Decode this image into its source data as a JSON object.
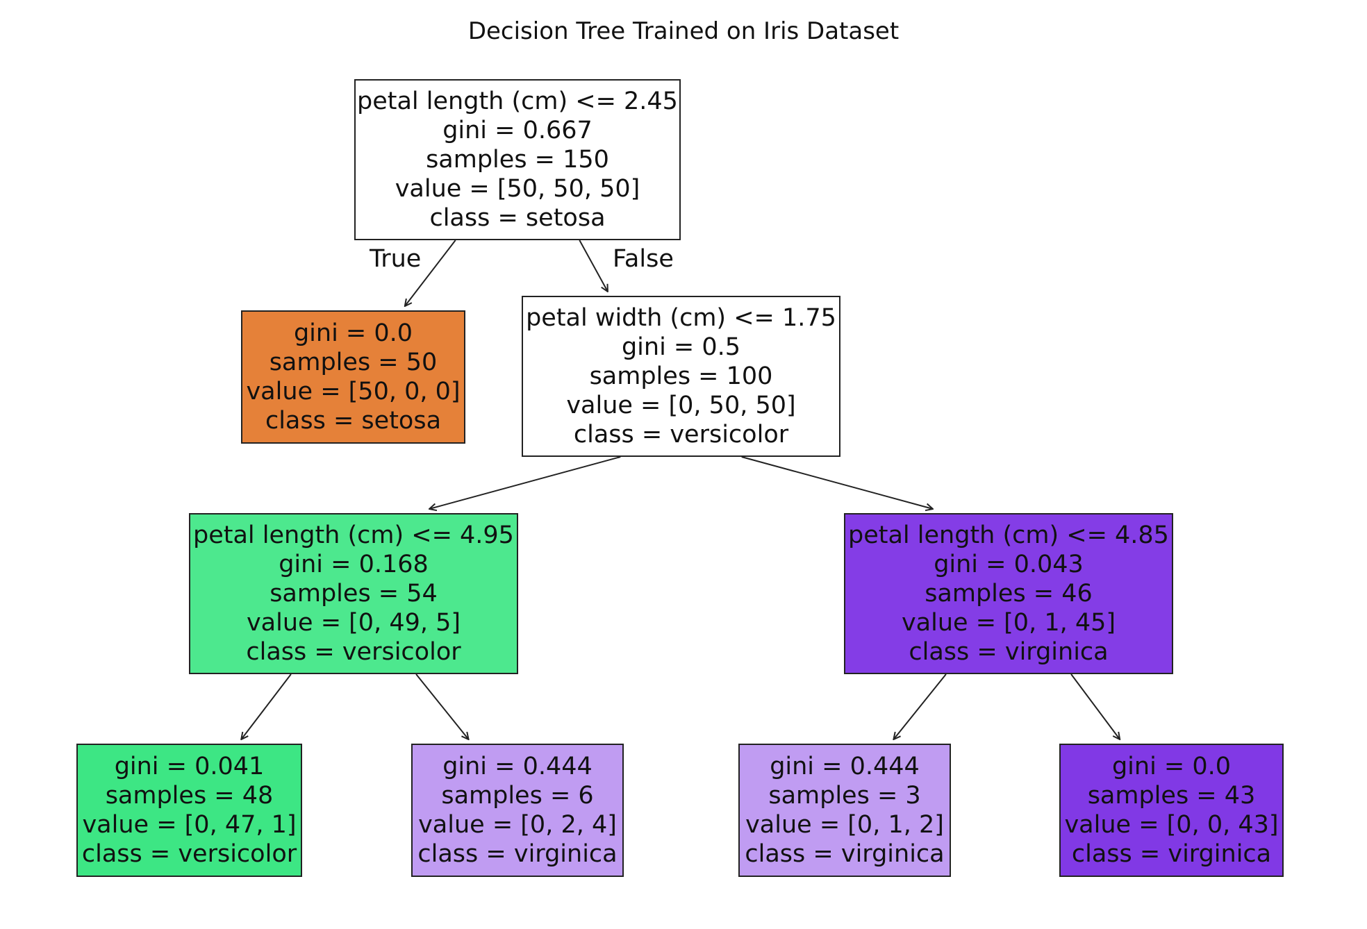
{
  "title": "Decision Tree Trained on Iris Dataset",
  "edge_labels": {
    "true": "True",
    "false": "False"
  },
  "nodes": [
    {
      "id": "n0",
      "lines": [
        "petal length (cm) <= 2.45",
        "gini = 0.667",
        "samples = 150",
        "value = [50, 50, 50]",
        "class = setosa"
      ],
      "fill": "#ffffff"
    },
    {
      "id": "n1",
      "lines": [
        "gini = 0.0",
        "samples = 50",
        "value = [50, 0, 0]",
        "class = setosa"
      ],
      "fill": "#e58139"
    },
    {
      "id": "n2",
      "lines": [
        "petal width (cm) <= 1.75",
        "gini = 0.5",
        "samples = 100",
        "value = [0, 50, 50]",
        "class = versicolor"
      ],
      "fill": "#ffffff"
    },
    {
      "id": "n3",
      "lines": [
        "petal length (cm) <= 4.95",
        "gini = 0.168",
        "samples = 54",
        "value = [0, 49, 5]",
        "class = versicolor"
      ],
      "fill": "#4de88e"
    },
    {
      "id": "n4",
      "lines": [
        "petal length (cm) <= 4.85",
        "gini = 0.043",
        "samples = 46",
        "value = [0, 1, 45]",
        "class = virginica"
      ],
      "fill": "#843de6"
    },
    {
      "id": "n5",
      "lines": [
        "gini = 0.041",
        "samples = 48",
        "value = [0, 47, 1]",
        "class = versicolor"
      ],
      "fill": "#3de684"
    },
    {
      "id": "n6",
      "lines": [
        "gini = 0.444",
        "samples = 6",
        "value = [0, 2, 4]",
        "class = virginica"
      ],
      "fill": "#c09cf2"
    },
    {
      "id": "n7",
      "lines": [
        "gini = 0.444",
        "samples = 3",
        "value = [0, 1, 2]",
        "class = virginica"
      ],
      "fill": "#c09cf2"
    },
    {
      "id": "n8",
      "lines": [
        "gini = 0.0",
        "samples = 43",
        "value = [0, 0, 43]",
        "class = virginica"
      ],
      "fill": "#8139e5"
    }
  ],
  "edges": [
    {
      "from": "n0",
      "to": "n1"
    },
    {
      "from": "n0",
      "to": "n2"
    },
    {
      "from": "n2",
      "to": "n3"
    },
    {
      "from": "n2",
      "to": "n4"
    },
    {
      "from": "n3",
      "to": "n5"
    },
    {
      "from": "n3",
      "to": "n6"
    },
    {
      "from": "n4",
      "to": "n7"
    },
    {
      "from": "n4",
      "to": "n8"
    }
  ]
}
